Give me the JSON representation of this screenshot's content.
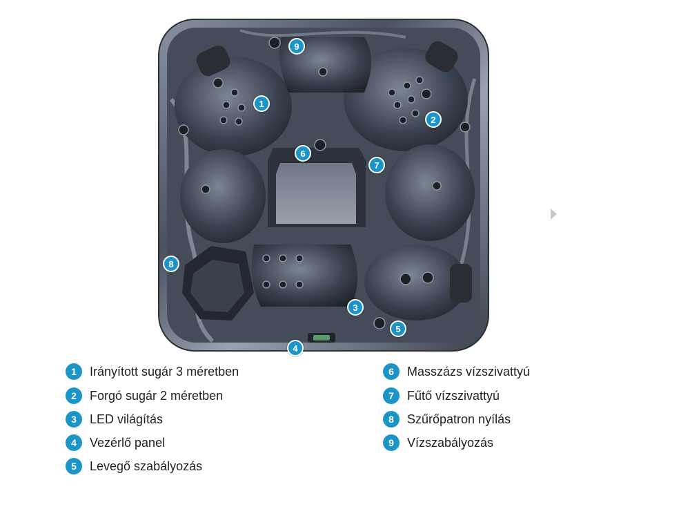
{
  "markers": [
    {
      "num": "1"
    },
    {
      "num": "2"
    },
    {
      "num": "3"
    },
    {
      "num": "4"
    },
    {
      "num": "5"
    },
    {
      "num": "6"
    },
    {
      "num": "7"
    },
    {
      "num": "8"
    },
    {
      "num": "9"
    }
  ],
  "legend": {
    "left": [
      {
        "num": "1",
        "label": "Irányított sugár 3 méretben"
      },
      {
        "num": "2",
        "label": "Forgó sugár 2 méretben"
      },
      {
        "num": "3",
        "label": "LED világítás"
      },
      {
        "num": "4",
        "label": "Vezérlő panel"
      },
      {
        "num": "5",
        "label": "Levegő szabályozás"
      }
    ],
    "right": [
      {
        "num": "6",
        "label": "Masszázs vízszivattyú"
      },
      {
        "num": "7",
        "label": "Fűtő vízszivattyú"
      },
      {
        "num": "8",
        "label": "Szűrőpatron nyílás"
      },
      {
        "num": "9",
        "label": "Vízszabályozás"
      }
    ]
  },
  "colors": {
    "marker": "#1b94c8",
    "shell": "#3c4352",
    "text": "#222222"
  }
}
